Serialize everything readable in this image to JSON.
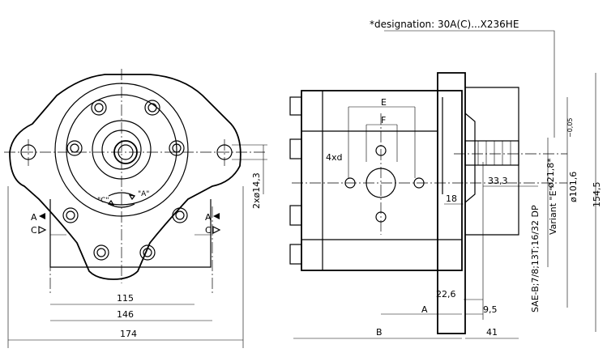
{
  "designation": "*designation: 30A(C)...X236HE",
  "front_view": {
    "dims": {
      "d115": "115",
      "d146": "146",
      "d174": "174",
      "holes": "2xø14,3"
    },
    "rotation": {
      "ccw_label": "\"C\"",
      "cw_label": "\"A\""
    },
    "port_left": {
      "a": "A",
      "c": "C"
    },
    "port_right": {
      "a": "A",
      "c": "C"
    }
  },
  "side_view": {
    "dims": {
      "E": "E",
      "F": "F",
      "holes4": "4xd",
      "d18": "18",
      "d33_3": "33,3",
      "d22_6": "22,6",
      "A": "A",
      "d9_5": "9,5",
      "B": "B",
      "d41": "41",
      "d21_8": "ø21,8*",
      "d101_6": "ø101,6",
      "tol": "−0,05",
      "d154_5": "154,5",
      "variant": "Variant \"E\"",
      "spline": "SAE-B;7/8;13T;16/32 DP"
    }
  }
}
